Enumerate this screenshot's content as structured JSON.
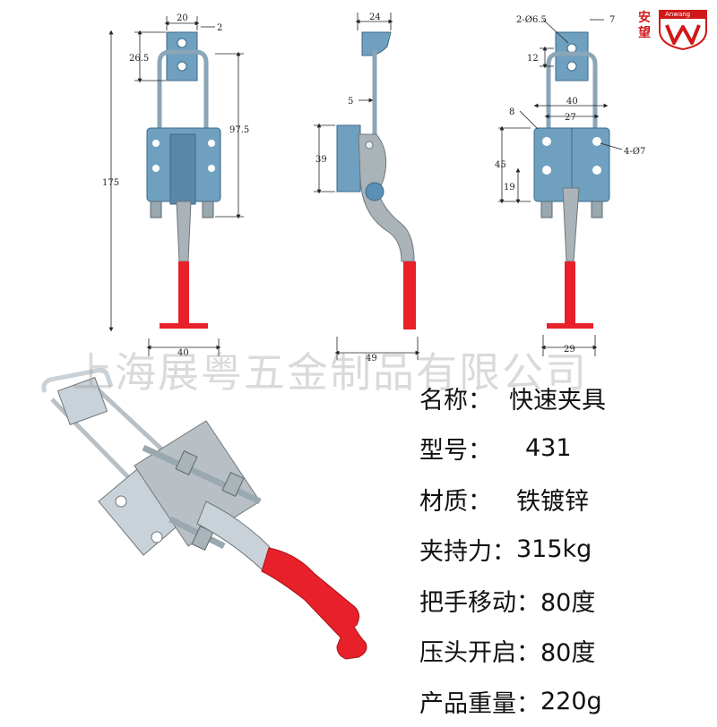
{
  "logo": {
    "cn": "安望",
    "en": "Anwang",
    "mark": "AW",
    "color": "#d01818"
  },
  "watermark": "上海展粤五金制品有限公司",
  "dimensions": {
    "front": [
      "20",
      "2",
      "26.5",
      "97.5",
      "175",
      "40"
    ],
    "side": [
      "24",
      "5",
      "39",
      "49"
    ],
    "back": [
      "2-Ø6.5",
      "7",
      "12",
      "40",
      "8",
      "27",
      "4-Ø7",
      "45",
      "19",
      "29"
    ]
  },
  "specs": [
    {
      "label": "名称：",
      "value": "快速夹具"
    },
    {
      "label": "型号：",
      "value": "431"
    },
    {
      "label": "材质：",
      "value": "铁镀锌"
    },
    {
      "label": "夹持力：",
      "value": "315kg"
    },
    {
      "label": "把手移动：",
      "value": "80度"
    },
    {
      "label": "压头开启：",
      "value": "80度"
    },
    {
      "label": "产品重量：",
      "value": "220g"
    }
  ],
  "colors": {
    "steel_blue": "#6fa0bf",
    "handle_red": "#e8202a",
    "metal_gray": "#b8c0c6",
    "zinc": "#c9d2d8"
  }
}
